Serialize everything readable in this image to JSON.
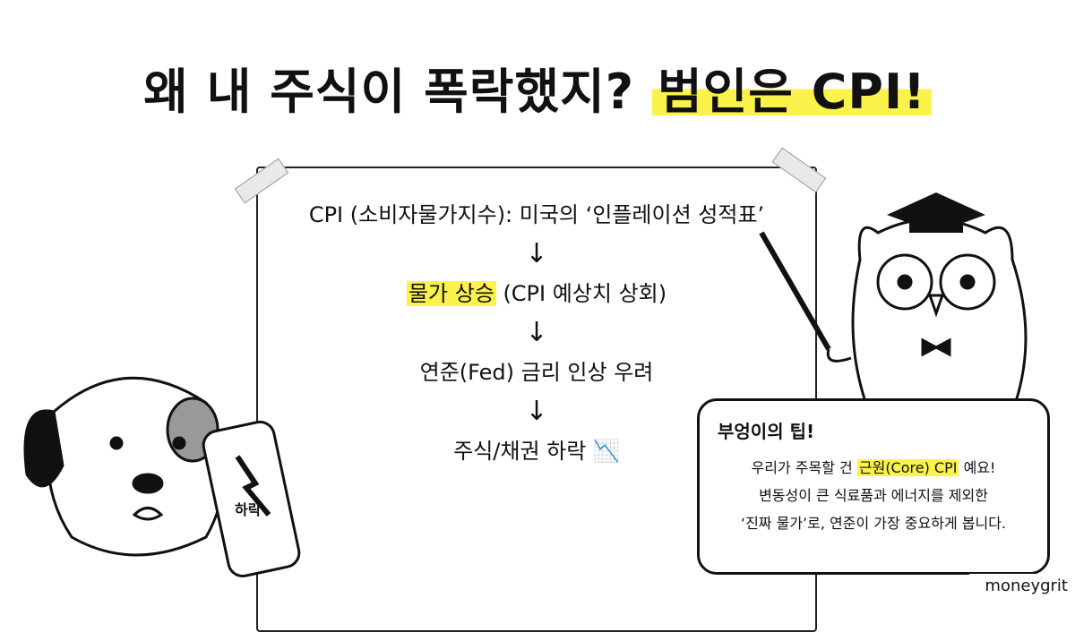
{
  "title": {
    "main": "왜 내 주식이 폭락했지?",
    "highlight": "범인은 CPI!"
  },
  "flow": {
    "step1": "CPI (소비자물가지수): 미국의 ‘인플레이션 성적표’",
    "arrow": "↓",
    "step2_highlight": "물가 상승",
    "step2_rest": "(CPI 예상치 상회)",
    "step3": "연준(Fed) 금리 인상 우려",
    "step4": "주식/채권 하락",
    "step4_icon": "📉"
  },
  "tip": {
    "heading": "부엉이의 팁!",
    "line1_pre": "우리가 주목할 건",
    "line1_highlight": "근원(Core) CPI",
    "line1_post": "예요!",
    "line2": "변동성이 큰 식료품과 에너지를 제외한",
    "line3": "‘진짜 물가’로, 연준이 가장 중요하게 봅니다."
  },
  "phone_label": "하락",
  "watermark": "moneygrit",
  "colors": {
    "highlight": "#fbf24a",
    "ink": "#111111"
  }
}
